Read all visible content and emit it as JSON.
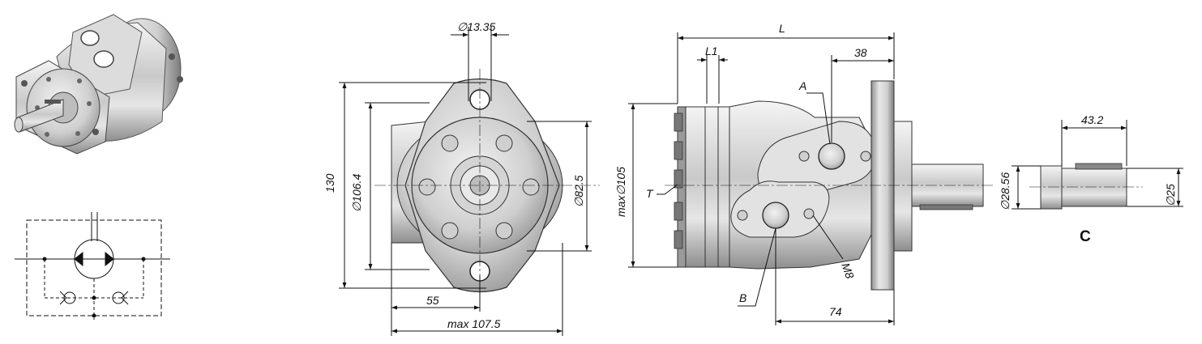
{
  "dimensions": {
    "port_diameter": "∅13.35",
    "height_130": "130",
    "bolt_circle": "∅106.4",
    "pilot_diameter": "∅82.5",
    "offset_55": "55",
    "max_width": "max 107.5",
    "length_L": "L",
    "length_L1": "L1",
    "length_38": "38",
    "max_body_diameter": "max∅105",
    "length_74": "74",
    "key_length": "43.2",
    "key_height": "∅28.56",
    "shaft_diameter": "∅25"
  },
  "labels": {
    "port_a": "A",
    "port_b": "B",
    "port_t": "T",
    "thread_m8": "M8",
    "view_c": "C"
  }
}
